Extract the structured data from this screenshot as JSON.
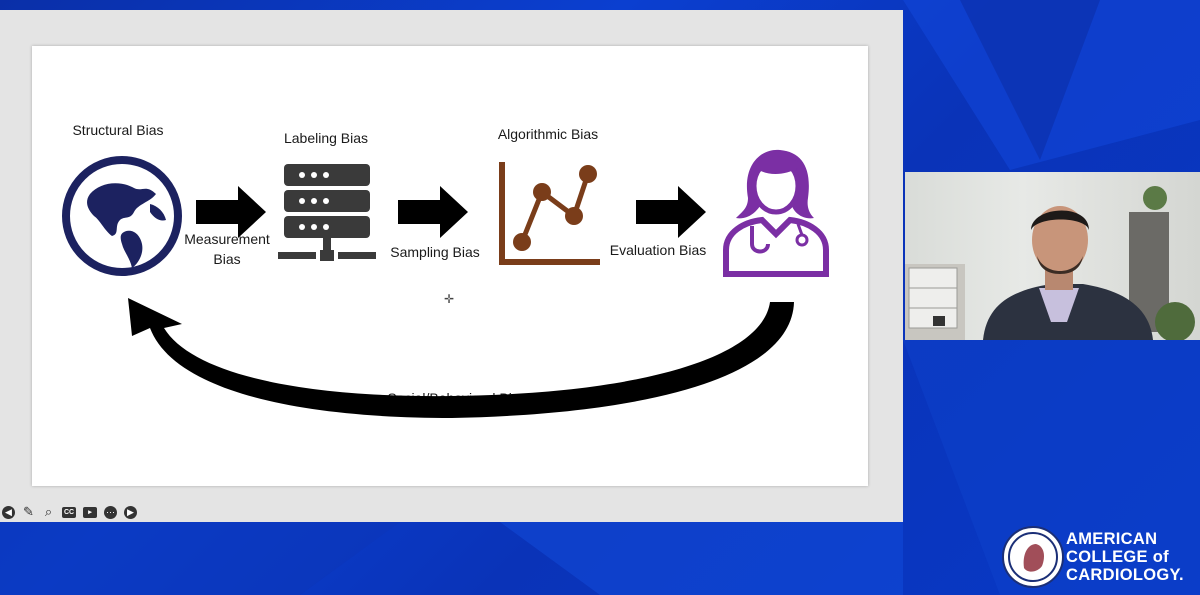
{
  "slide": {
    "labels": {
      "structural": "Structural Bias",
      "labeling": "Labeling Bias",
      "algorithmic": "Algorithmic Bias",
      "measurement_line1": "Measurement",
      "measurement_line2": "Bias",
      "sampling": "Sampling Bias",
      "evaluation": "Evaluation Bias",
      "social": "Social/Behavioral Bias"
    },
    "icons": [
      "globe-icon",
      "server-icon",
      "line-chart-icon",
      "doctor-icon"
    ],
    "colors": {
      "globe": "#1c2260",
      "server": "#3a3a3a",
      "chart": "#7a3d1a",
      "doctor": "#7b2fa4",
      "arrow": "#000000"
    }
  },
  "toolbar": {
    "buttons": [
      "prev-icon",
      "pen-icon",
      "zoom-icon",
      "cc-icon",
      "camera-icon",
      "more-icon",
      "next-icon"
    ],
    "cc_text": "CC"
  },
  "branding": {
    "line1": "AMERICAN",
    "line2": "COLLEGE of",
    "line3": "CARDIOLOGY."
  }
}
